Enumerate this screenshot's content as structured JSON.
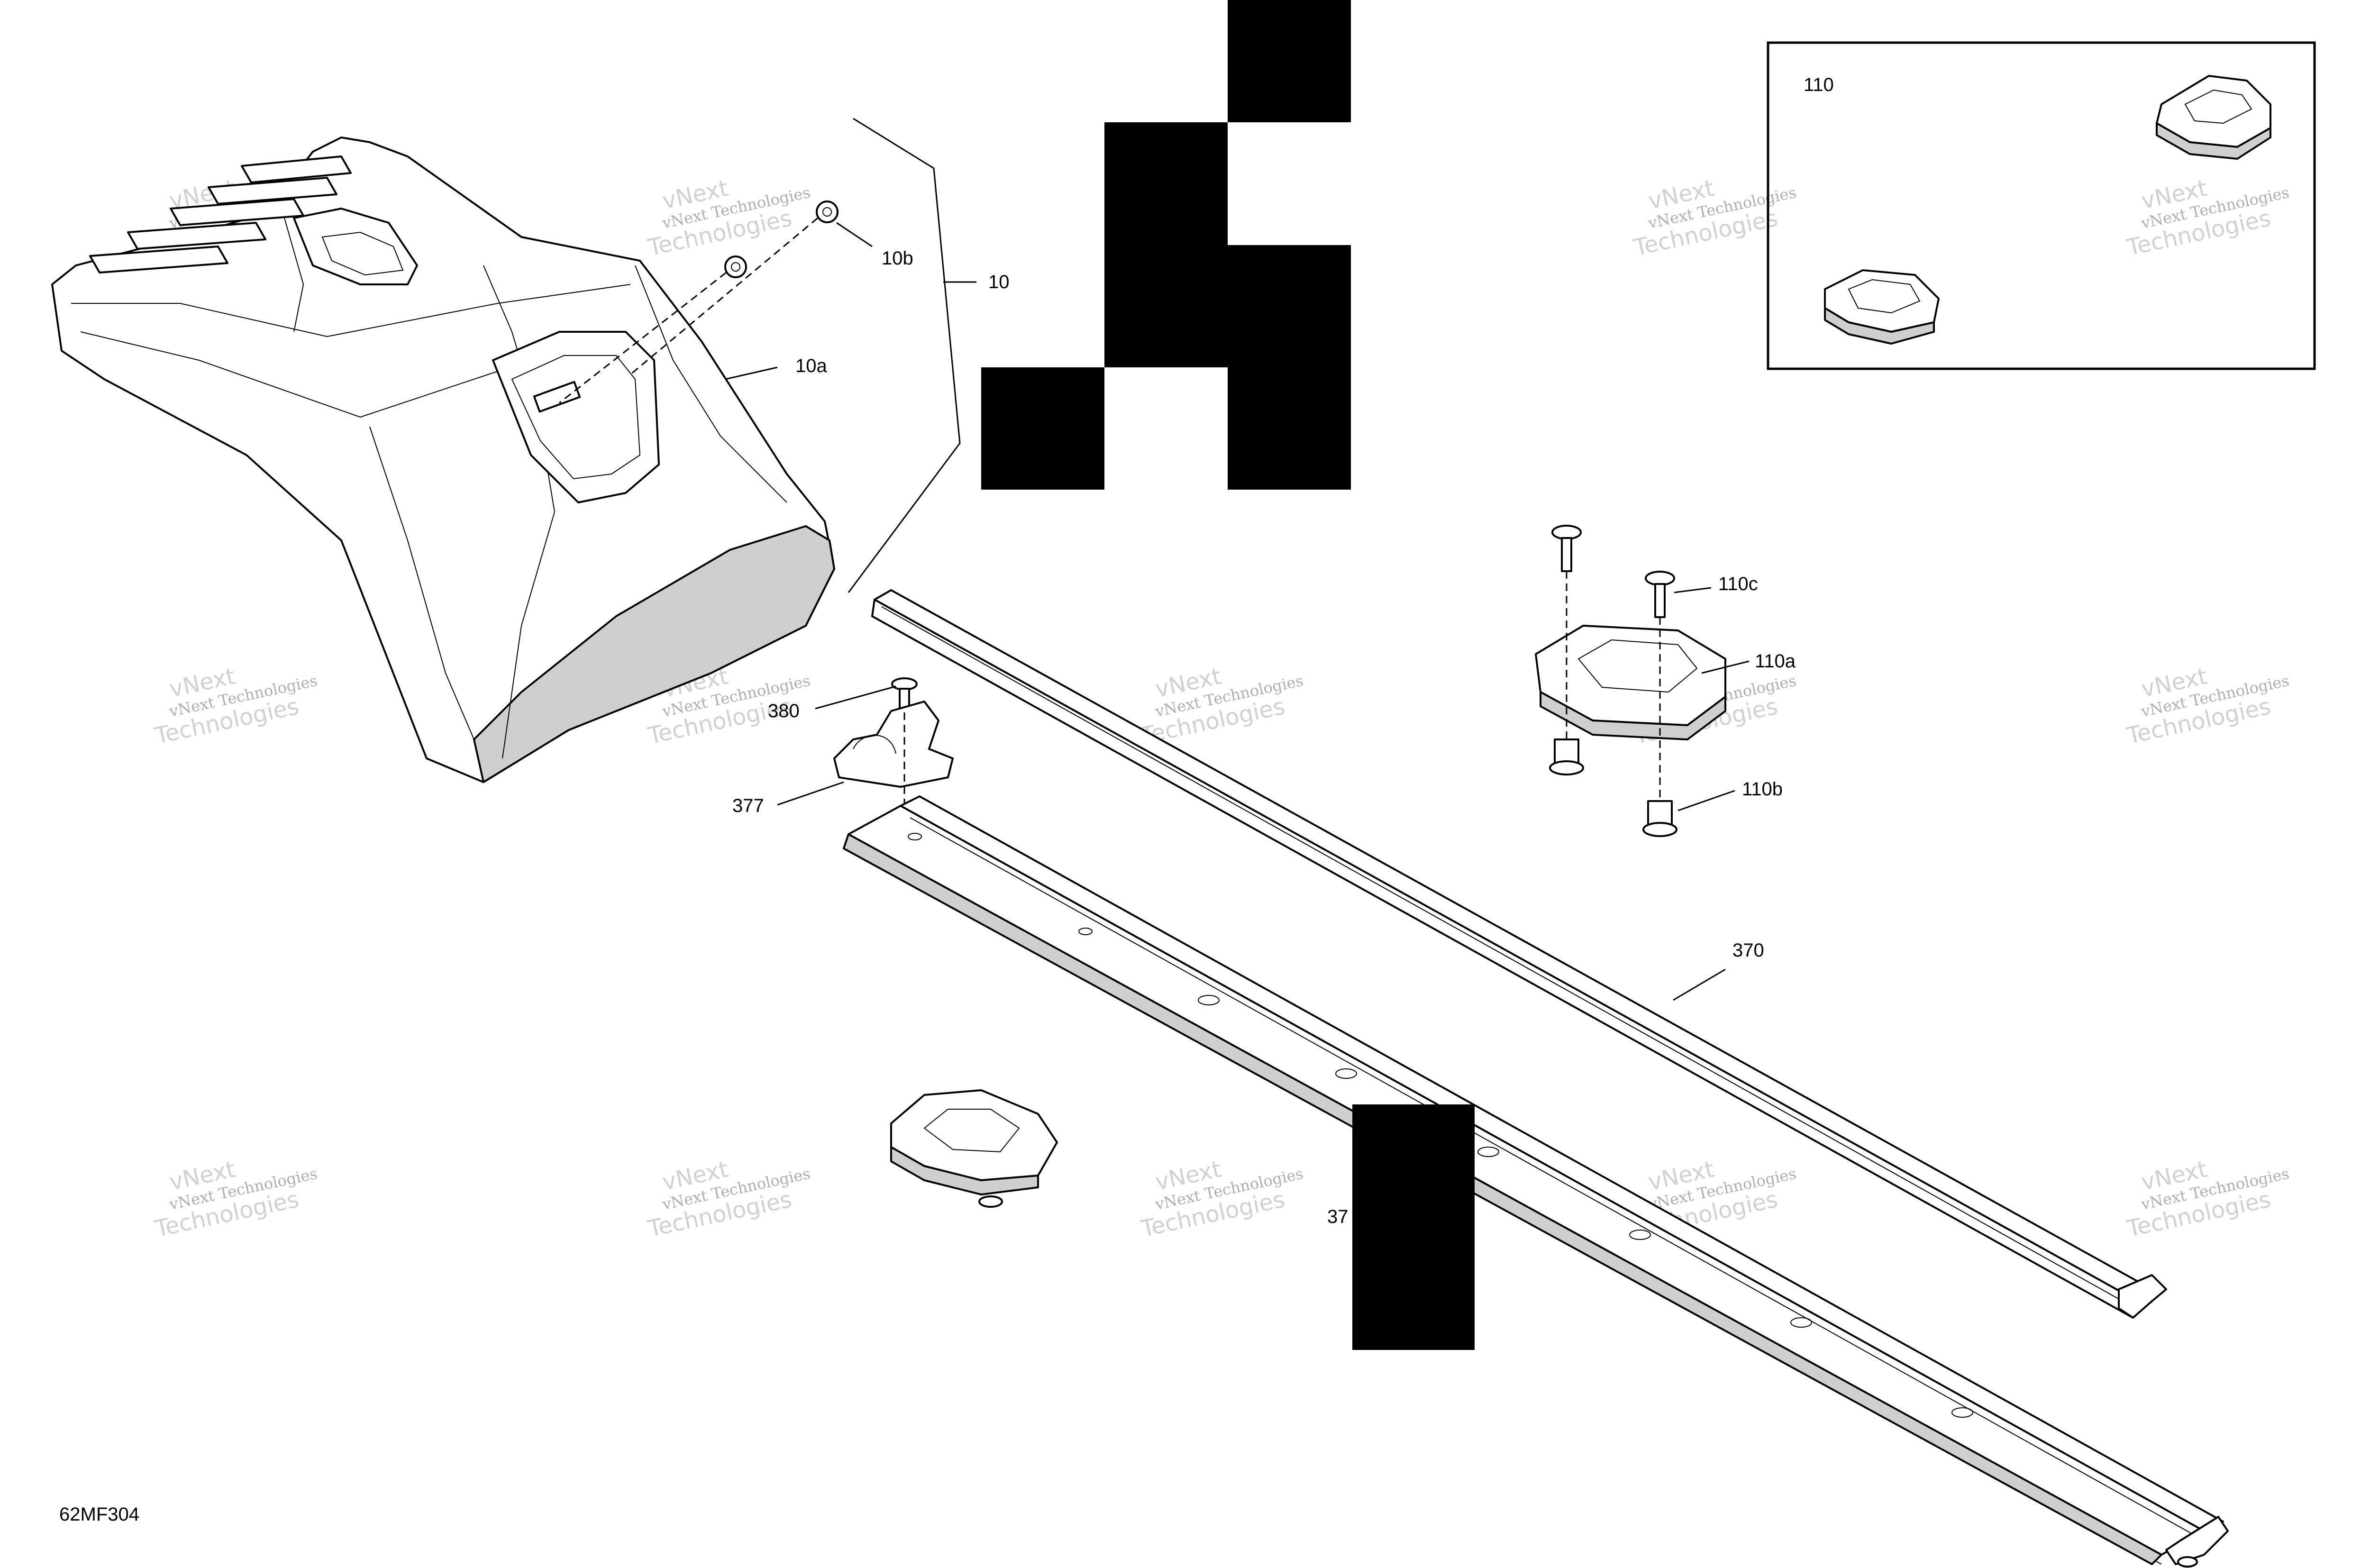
{
  "diagram_code": "62MF304",
  "watermark": {
    "line1": "vNext Technologies",
    "line2": "vNext",
    "line3": "Technologies"
  },
  "callouts": {
    "c10": "10",
    "c10a": "10a",
    "c10b": "10b",
    "c110": "110",
    "c110a": "110a",
    "c110b": "110b",
    "c110c": "110c",
    "c370": "370",
    "c37x": "37",
    "c377": "377",
    "c380": "380"
  },
  "colors": {
    "line": "#000000",
    "shade": "#cfcfcf",
    "background": "#ffffff"
  }
}
